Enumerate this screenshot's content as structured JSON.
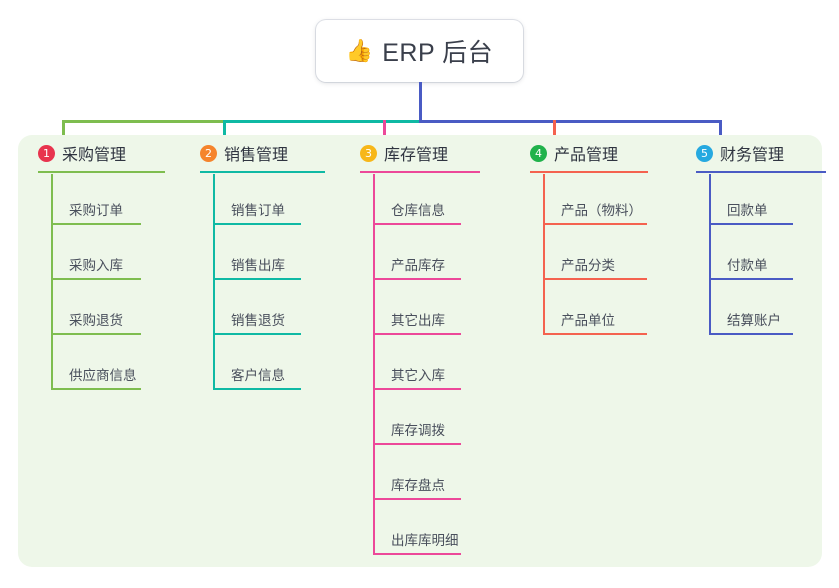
{
  "root": {
    "emoji": "👍",
    "emoji_icon_name": "thumbs-up-icon",
    "title": "ERP 后台"
  },
  "colors": {
    "panel_background": "#eef7e9",
    "page_background": "#ffffff",
    "root_stem": "#4a5bc4",
    "bus_left": "#7ebd4f",
    "bus_mid": "#0fb9a4",
    "bus_right": "#4a5bc4",
    "text_primary": "#2f3440",
    "text_leaf": "#494f5c"
  },
  "columns": [
    {
      "number": "1",
      "badge_color": "#e8344e",
      "line_color": "#7ebd4f",
      "title": "采购管理",
      "items": [
        "采购订单",
        "采购入库",
        "采购退货",
        "供应商信息"
      ]
    },
    {
      "number": "2",
      "badge_color": "#f5842c",
      "line_color": "#0fb9a4",
      "title": "销售管理",
      "items": [
        "销售订单",
        "销售出库",
        "销售退货",
        "客户信息"
      ]
    },
    {
      "number": "3",
      "badge_color": "#f7b719",
      "line_color": "#ec4899",
      "title": "库存管理",
      "items": [
        "仓库信息",
        "产品库存",
        "其它出库",
        "其它入库",
        "库存调拨",
        "库存盘点",
        "出库库明细"
      ]
    },
    {
      "number": "4",
      "badge_color": "#20b24b",
      "line_color": "#f4624f",
      "title": "产品管理",
      "items": [
        "产品（物料）",
        "产品分类",
        "产品单位"
      ]
    },
    {
      "number": "5",
      "badge_color": "#26a9e0",
      "line_color": "#4a5bc4",
      "title": "财务管理",
      "items": [
        "回款单",
        "付款单",
        "结算账户"
      ]
    }
  ]
}
